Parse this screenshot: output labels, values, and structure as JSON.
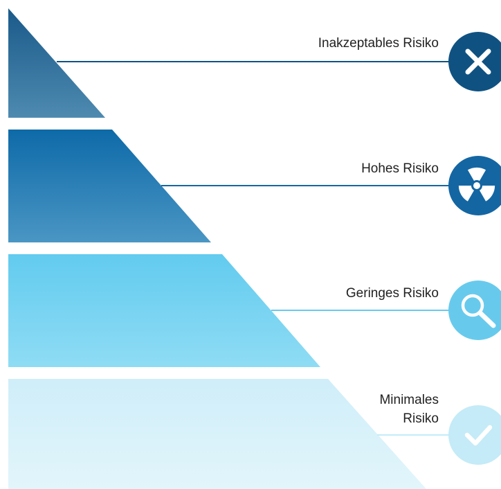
{
  "diagram": {
    "levels": [
      {
        "id": "unacceptable",
        "label_lines": [
          "Inakzeptables Risiko"
        ],
        "icon": "x-icon",
        "fill_top": "#1a5a8a",
        "fill_bottom": "#4e8ab0",
        "accent": "#0f5282"
      },
      {
        "id": "high",
        "label_lines": [
          "Hohes Risiko"
        ],
        "icon": "radiation-icon",
        "fill_top": "#0e6aa8",
        "fill_bottom": "#4a96c4",
        "accent": "#1466a3"
      },
      {
        "id": "limited",
        "label_lines": [
          "Geringes Risiko"
        ],
        "icon": "magnifier-icon",
        "fill_top": "#62cbef",
        "fill_bottom": "#8fdcf4",
        "accent": "#67caed"
      },
      {
        "id": "minimal",
        "label_lines": [
          "Minimales",
          "Risiko"
        ],
        "icon": "checkmark-icon",
        "fill_top": "#cfeef9",
        "fill_bottom": "#e2f5fb",
        "accent": "#c4ebf7"
      }
    ]
  }
}
